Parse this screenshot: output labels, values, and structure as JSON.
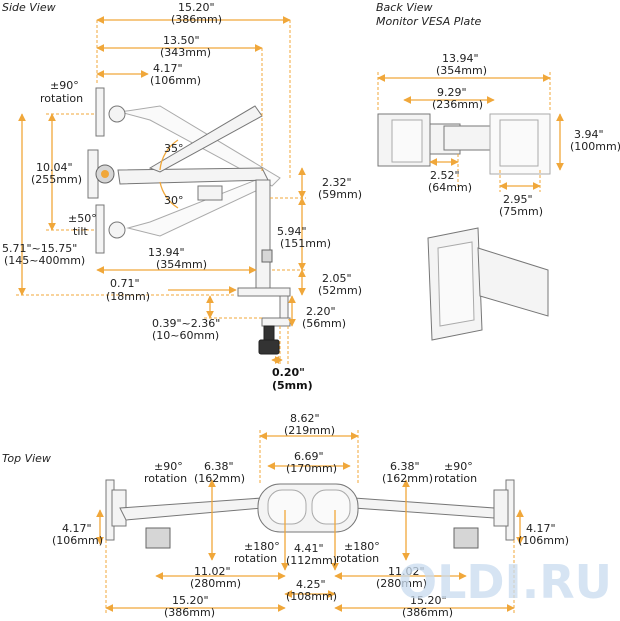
{
  "sections": {
    "side_view": "Side View",
    "back_view_line1": "Back View",
    "back_view_line2": "Monitor VESA Plate",
    "top_view": "Top View"
  },
  "side": {
    "d_15_20": "15.20\"",
    "d_386": "(386mm)",
    "d_13_50": "13.50\"",
    "d_343": "(343mm)",
    "d_4_17": "4.17\"",
    "d_106": "(106mm)",
    "rot_a": "±90°",
    "rot_b": "rotation",
    "d_10_04": "10.04\"",
    "d_255": "(255mm)",
    "tilt_a": "±50°",
    "tilt_b": "tilt",
    "d_5_71": "5.71\"~15.75\"",
    "d_145_400": "(145~400mm)",
    "ang_35": "35°",
    "ang_30": "30°",
    "d_2_32": "2.32\"",
    "d_59": "(59mm)",
    "d_5_94": "5.94\"",
    "d_151": "(151mm)",
    "d_13_94": "13.94\"",
    "d_354": "(354mm)",
    "d_2_05": "2.05\"",
    "d_52": "(52mm)",
    "d_0_71": "0.71\"",
    "d_18": "(18mm)",
    "d_0_39": "0.39\"~2.36\"",
    "d_10_60": "(10~60mm)",
    "d_2_20": "2.20\"",
    "d_56": "(56mm)",
    "d_0_20": "0.20\"",
    "d_5": "(5mm)"
  },
  "back": {
    "d_13_94": "13.94\"",
    "d_354": "(354mm)",
    "d_9_29": "9.29\"",
    "d_236": "(236mm)",
    "d_3_94": "3.94\"",
    "d_100": "(100mm)",
    "d_2_52": "2.52\"",
    "d_64": "(64mm)",
    "d_2_95": "2.95\"",
    "d_75": "(75mm)"
  },
  "top": {
    "d_8_62": "8.62\"",
    "d_219": "(219mm)",
    "d_6_69": "6.69\"",
    "d_170": "(170mm)",
    "rot_a": "±90°",
    "rot_b": "rotation",
    "d_6_38": "6.38\"",
    "d_162": "(162mm)",
    "d_4_17": "4.17\"",
    "d_106": "(106mm)",
    "rot180": "±180°",
    "rotation": "rotation",
    "d_4_41": "4.41\"",
    "d_112": "(112mm)",
    "d_11_02": "11.02\"",
    "d_280": "(280mm)",
    "d_4_25": "4.25\"",
    "d_108": "(108mm)",
    "d_15_20": "15.20\"",
    "d_386": "(386mm)"
  },
  "watermark": "OLDI.RU",
  "colors": {
    "dimension": "#f0a73a",
    "part": "#f4f4f4",
    "outline": "#777777",
    "watermark": "#c9dcef"
  }
}
